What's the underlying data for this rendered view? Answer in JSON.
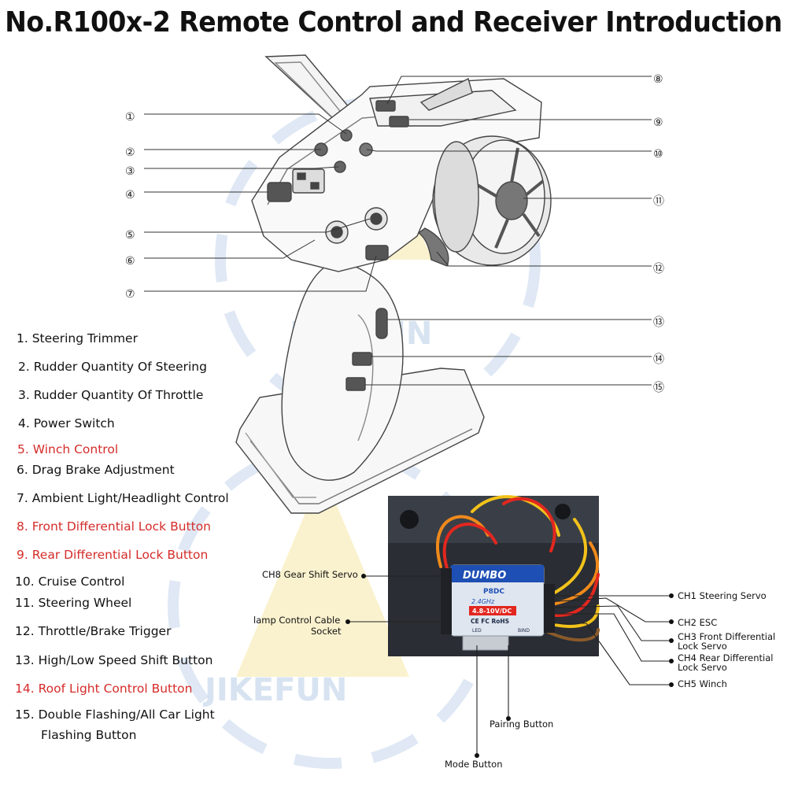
{
  "title": "No.R100x-2 Remote Control and Receiver Introduction",
  "watermark": "JIKEFUN",
  "colors": {
    "highlight": "#d42c2a",
    "text": "#111111",
    "watermark": "#b8cde6",
    "watermark_yellow": "#f6e7a6"
  },
  "callout_numbers": [
    "①",
    "②",
    "③",
    "④",
    "⑤",
    "⑥",
    "⑦",
    "⑧",
    "⑨",
    "⑩",
    "⑪",
    "⑫",
    "⑬",
    "⑭",
    "⑮"
  ],
  "legend": [
    {
      "text": "1. Steering Trimmer",
      "highlight": false
    },
    {
      "text": "2. Rudder Quantity Of Steering",
      "highlight": false
    },
    {
      "text": "3. Rudder Quantity Of Throttle",
      "highlight": false
    },
    {
      "text": "4. Power Switch",
      "highlight": false
    },
    {
      "text": "5. Winch Control",
      "highlight": true
    },
    {
      "text": "6. Drag Brake Adjustment",
      "highlight": false
    },
    {
      "text": "7. Ambient Light/Headlight Control",
      "highlight": false
    },
    {
      "text": "8. Front Differential Lock Button",
      "highlight": true
    },
    {
      "text": "9. Rear Differential Lock Button",
      "highlight": true
    },
    {
      "text": "10. Cruise Control",
      "highlight": false
    },
    {
      "text": "11. Steering Wheel",
      "highlight": false
    },
    {
      "text": "12. Throttle/Brake Trigger",
      "highlight": false
    },
    {
      "text": "13. High/Low Speed Shift Button",
      "highlight": false
    },
    {
      "text": "14. Roof Light Control Button",
      "highlight": true
    },
    {
      "text": "15. Double Flashing/All Car Light",
      "highlight": false
    }
  ],
  "legend_continuation": "Flashing Button",
  "receiver": {
    "brand": "DUMBO",
    "model": "P8DC",
    "freq": "2.4GHz",
    "voltage": "4.8-10V/DC",
    "cert": "CE FC RoHS",
    "led": "LED",
    "bind": "BIND",
    "labels": {
      "ch8": "CH8 Gear Shift Servo",
      "lamp_line1": "lamp Control Cable",
      "lamp_line2": "Socket",
      "ch1": "CH1 Steering Servo",
      "ch2": "CH2 ESC",
      "ch3_line1": "CH3 Front Differential",
      "ch3_line2": "Lock Servo",
      "ch4_line1": "CH4 Rear Differential",
      "ch4_line2": "Lock Servo",
      "ch5": "CH5 Winch",
      "pairing": "Pairing Button",
      "mode": "Mode Button"
    }
  }
}
